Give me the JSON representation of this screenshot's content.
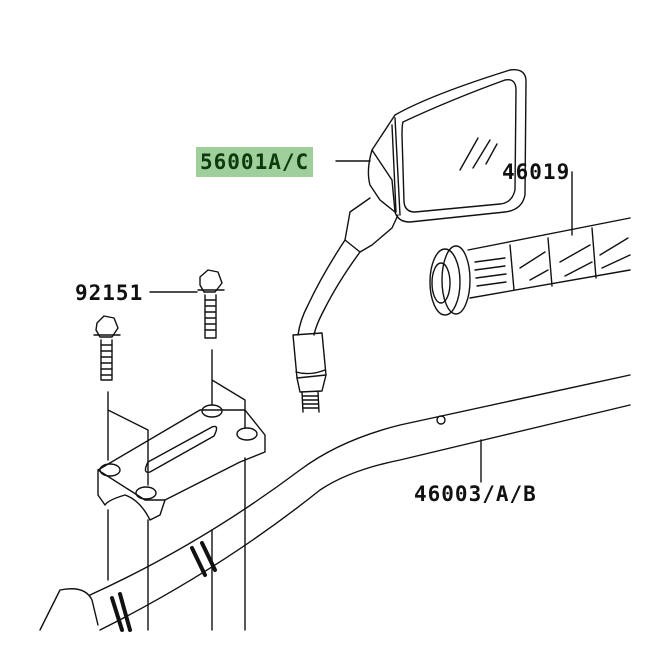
{
  "diagram": {
    "type": "exploded-parts-diagram",
    "subject": "Handlebar, mirror, grip and handlebar clamp assembly",
    "highlight_color": "#9fd09c",
    "parts": [
      {
        "id": "mirror",
        "part_number": "56001A/C",
        "description": "Rear view mirror with stem",
        "highlighted": true
      },
      {
        "id": "grip",
        "part_number": "46019",
        "description": "Handlebar grip",
        "highlighted": false
      },
      {
        "id": "bolt",
        "part_number": "92151",
        "description": "Flange bolt (x2)",
        "highlighted": false
      },
      {
        "id": "handlebar",
        "part_number": "46003/A/B",
        "description": "Handlebar",
        "highlighted": false
      },
      {
        "id": "clamp",
        "part_number": "",
        "description": "Handlebar holder clamp",
        "highlighted": false
      }
    ]
  },
  "labels": {
    "mirror": "56001A/C",
    "grip": "46019",
    "bolt": "92151",
    "handlebar": "46003/A/B"
  }
}
